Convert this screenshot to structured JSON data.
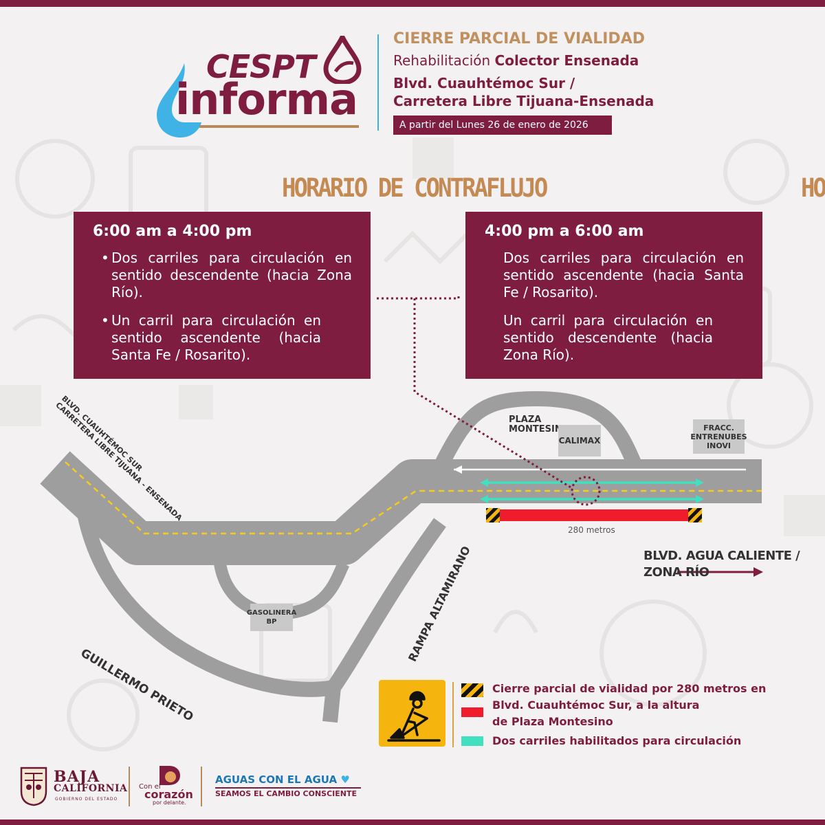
{
  "header": {
    "logo_top": "CESPT",
    "logo_bottom": "informa",
    "title": "CIERRE PARCIAL DE VIALIDAD",
    "subtitle_prefix": "Rehabilitación",
    "subtitle_bold": "Colector Ensenada",
    "location_line1": "Blvd. Cuauhtémoc Sur /",
    "location_line2": "Carretera Libre Tijuana-Ensenada",
    "date": "A partir del Lunes 26 de enero de 2026"
  },
  "schedule": {
    "title": "HORARIO DE CONTRAFLUJO",
    "title_cut": "HO",
    "periods": [
      {
        "time": "6:00 am a 4:00 pm",
        "bullet": "•",
        "items": [
          "Dos carriles para circulación en sentido descendente (hacia Zona Río).",
          "Un carril para circulación en sentido ascendente (hacia Santa Fe / Rosarito)."
        ]
      },
      {
        "time": "4:00 pm a 6:00 am",
        "items": [
          "Dos carriles para circulación en sentido ascendente (hacia Santa Fe / Rosarito).",
          "Un carril para circulación en sentido descendente (hacia Zona Río)."
        ]
      }
    ]
  },
  "map": {
    "road_label_line1": "BLVD. CUAUHTÉMOC SUR",
    "road_label_line2": "CARRETERA LIBRE TIJUANA - ENSENADA",
    "plaza_line1": "PLAZA",
    "plaza_line2": "MONTESINO",
    "calimax": "CALIMAX",
    "fracc_line1": "FRACC.",
    "fracc_line2": "ENTRENUBES",
    "fracc_line3": "INOVI",
    "distance": "280 metros",
    "dest_line1": "BLVD. AGUA CALIENTE /",
    "dest_line2": "ZONA RÍO",
    "gas_line1": "GASOLINERA",
    "gas_line2": "BP",
    "rampa": "RAMPA ALTAMIRANO",
    "guillermo": "GUILLERMO PRIETO",
    "colors": {
      "road": "#9e9e9e",
      "closure": "#f01c2c",
      "lanes": "#40e0c0",
      "brand": "#7e1d40"
    }
  },
  "legend": {
    "closure_line1": "Cierre parcial de vialidad por 280 metros en",
    "closure_line2": "Blvd. Cuauhtémoc Sur, a la altura",
    "closure_line3": "de Plaza Montesino",
    "lanes": "Dos carriles habilitados para circulación",
    "icon": "construction-worker-icon"
  },
  "footer": {
    "bc_line1": "BAJA",
    "bc_line2": "CALIFORNIA",
    "bc_line3": "GOBIERNO DEL ESTADO",
    "conel": "Con el",
    "corazon": "corazón",
    "pordelante": "por delante.",
    "aguas": "AGUAS CON EL AGUA",
    "seamos": "SEAMOS EL CAMBIO CONSCIENTE"
  }
}
